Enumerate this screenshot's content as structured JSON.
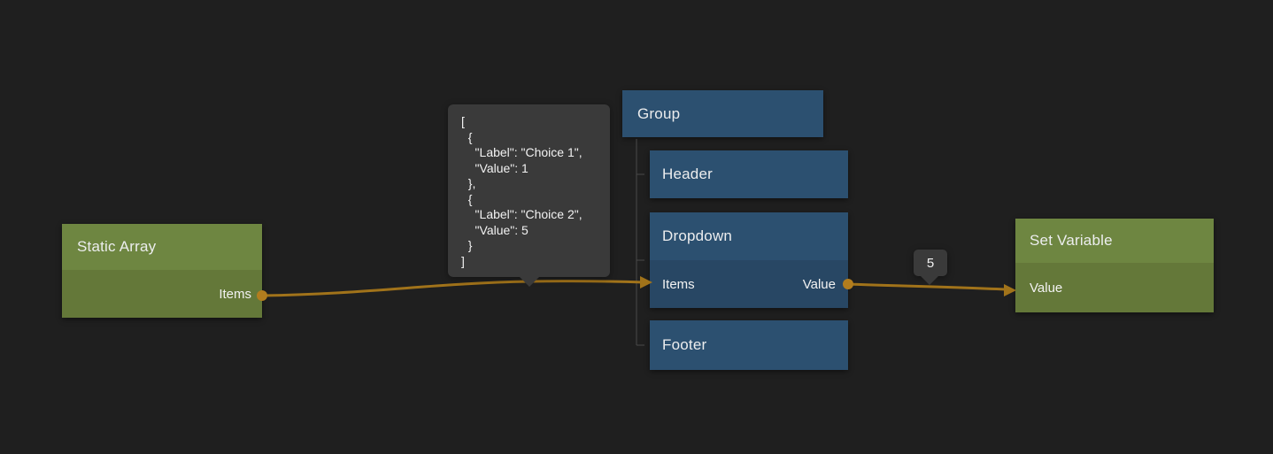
{
  "editor": {
    "background": "#1f1f1f",
    "colors": {
      "wire": "#a1731a",
      "port": "#b27d1e",
      "green_node_header": "#6e8641",
      "green_node_body": "#647839",
      "blue_node_header": "#2c5070",
      "blue_node_body": "#284764",
      "tooltip_bg": "#3a3a3a",
      "tree_line": "#4a4a4a"
    }
  },
  "nodes": {
    "static_array": {
      "title": "Static Array",
      "output_label": "Items"
    },
    "group": {
      "title": "Group"
    },
    "header": {
      "title": "Header"
    },
    "dropdown": {
      "title": "Dropdown",
      "input_label": "Items",
      "output_label": "Value"
    },
    "footer": {
      "title": "Footer"
    },
    "set_variable": {
      "title": "Set Variable",
      "input_label": "Value"
    }
  },
  "tooltips": {
    "array_preview": {
      "lines": [
        "[",
        "  {",
        "    \"Label\": \"Choice 1\",",
        "    \"Value\": 1",
        "  },",
        "  {",
        "    \"Label\": \"Choice 2\",",
        "    \"Value\": 5",
        "  }",
        "]"
      ]
    },
    "value_preview": {
      "text": "5"
    }
  }
}
